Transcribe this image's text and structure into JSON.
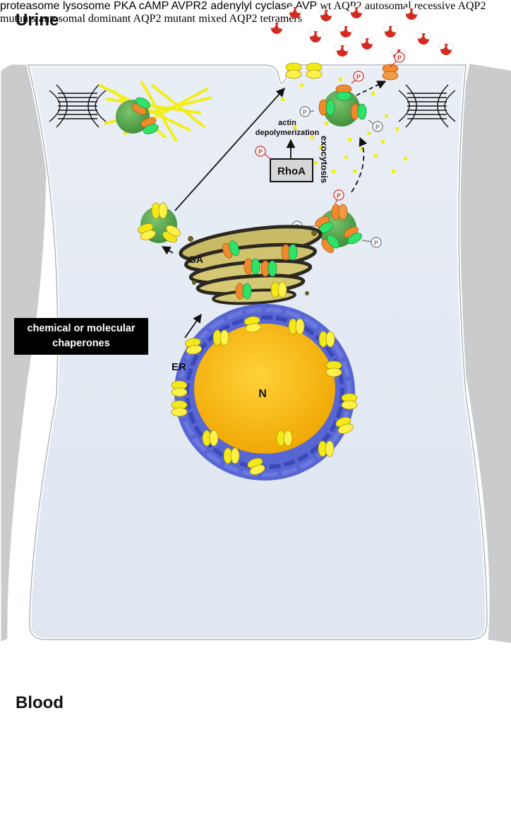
{
  "labels": {
    "urine": "Urine",
    "blood": "Blood",
    "actin_line1": "actin",
    "actin_line2": "depolymerization",
    "exocytosis": "exocytosis",
    "rhoa": "RhoA",
    "ga": "GA",
    "er": "ER",
    "nucleus": "N",
    "chaperones_line1": "chemical or molecular",
    "chaperones_line2": "chaperones",
    "proteasome": "proteasome",
    "lysosome": "lysosome",
    "pka": "PKA",
    "camp": "cAMP",
    "avpr2": "AVPR2",
    "adenylyl_line1": "adenylyl",
    "adenylyl_line2": "cyclase",
    "avp": "AVP",
    "phospho": "P"
  },
  "legend": {
    "wt": "wt AQP2",
    "recessive": "autosomal recessive AQP2 mutants",
    "dominant": "autosomal dominant AQP2 mutant",
    "mixed": "mixed AQP2 tetramers"
  },
  "colors": {
    "wt_aqp2": "#f08a2c",
    "recessive_aqp2": "#f5e81a",
    "dominant_aqp2": "#2fe36a",
    "vesicle": "#56a84a",
    "cytoplasm": "#e6ecf4",
    "nucleus": "#f5b40c",
    "er": "#4f5fd0",
    "lysosome": "#d9434a",
    "actin": "#f2ee1c",
    "water": "#d42a20"
  },
  "icons": {
    "aqp2": "aqp2-tetramer-icon",
    "water": "water-molecule-icon",
    "phosphate": "phosphate-icon",
    "tight_junction": "tight-junction-icon"
  }
}
